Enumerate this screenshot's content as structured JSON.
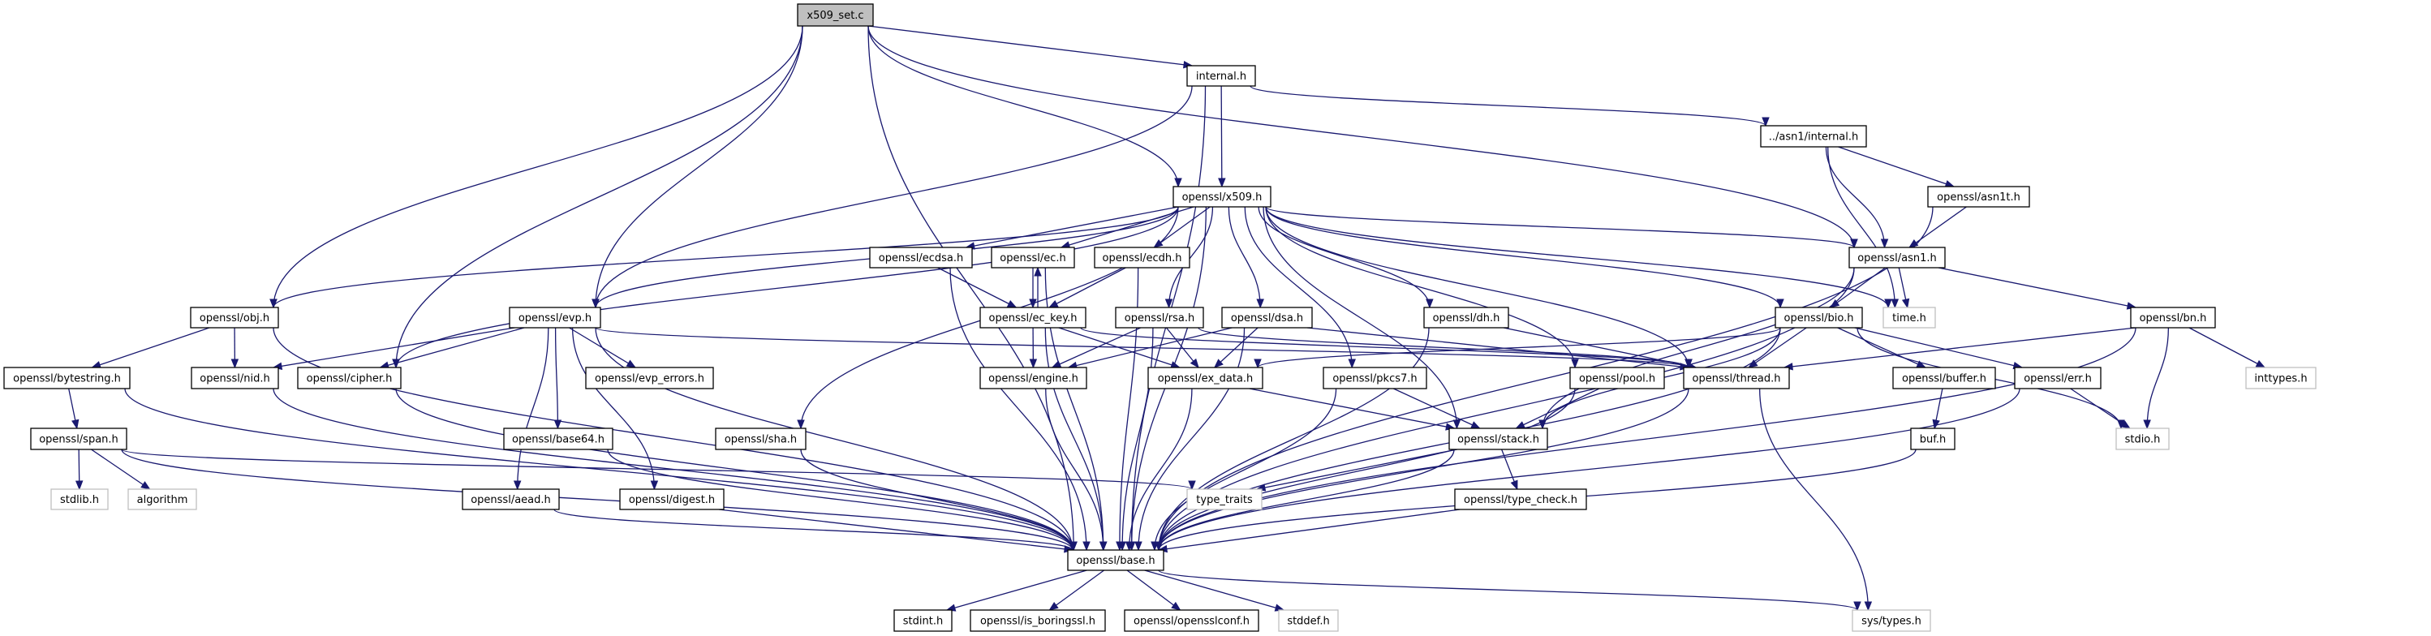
{
  "graph": {
    "title": "x509_set.c include dependency graph",
    "colors": {
      "edge": "#191970",
      "root_fill": "#bfbfbf",
      "node_border": "#000000",
      "external_border": "#bfbfbf"
    },
    "nodes": [
      {
        "id": "x509_set_c",
        "label": "x509_set.c",
        "kind": "root"
      },
      {
        "id": "internal_h",
        "label": "internal.h",
        "kind": "file"
      },
      {
        "id": "asn1_internal_h",
        "label": "../asn1/internal.h",
        "kind": "file"
      },
      {
        "id": "x509_h",
        "label": "openssl/x509.h",
        "kind": "file"
      },
      {
        "id": "asn1t_h",
        "label": "openssl/asn1t.h",
        "kind": "file"
      },
      {
        "id": "asn1_h",
        "label": "openssl/asn1.h",
        "kind": "file"
      },
      {
        "id": "ecdsa_h",
        "label": "openssl/ecdsa.h",
        "kind": "file"
      },
      {
        "id": "ec_h",
        "label": "openssl/ec.h",
        "kind": "file"
      },
      {
        "id": "ecdh_h",
        "label": "openssl/ecdh.h",
        "kind": "file"
      },
      {
        "id": "obj_h",
        "label": "openssl/obj.h",
        "kind": "file"
      },
      {
        "id": "evp_h",
        "label": "openssl/evp.h",
        "kind": "file"
      },
      {
        "id": "ec_key_h",
        "label": "openssl/ec_key.h",
        "kind": "file"
      },
      {
        "id": "rsa_h",
        "label": "openssl/rsa.h",
        "kind": "file"
      },
      {
        "id": "dsa_h",
        "label": "openssl/dsa.h",
        "kind": "file"
      },
      {
        "id": "dh_h",
        "label": "openssl/dh.h",
        "kind": "file"
      },
      {
        "id": "bio_h",
        "label": "openssl/bio.h",
        "kind": "file"
      },
      {
        "id": "time_h",
        "label": "time.h",
        "kind": "external"
      },
      {
        "id": "bn_h",
        "label": "openssl/bn.h",
        "kind": "file"
      },
      {
        "id": "bytestring_h",
        "label": "openssl/bytestring.h",
        "kind": "file"
      },
      {
        "id": "nid_h",
        "label": "openssl/nid.h",
        "kind": "file"
      },
      {
        "id": "cipher_h",
        "label": "openssl/cipher.h",
        "kind": "file"
      },
      {
        "id": "evp_errors_h",
        "label": "openssl/evp_errors.h",
        "kind": "file"
      },
      {
        "id": "engine_h",
        "label": "openssl/engine.h",
        "kind": "file"
      },
      {
        "id": "ex_data_h",
        "label": "openssl/ex_data.h",
        "kind": "file"
      },
      {
        "id": "pkcs7_h",
        "label": "openssl/pkcs7.h",
        "kind": "file"
      },
      {
        "id": "pool_h",
        "label": "openssl/pool.h",
        "kind": "file"
      },
      {
        "id": "thread_h",
        "label": "openssl/thread.h",
        "kind": "file"
      },
      {
        "id": "buffer_h",
        "label": "openssl/buffer.h",
        "kind": "file"
      },
      {
        "id": "err_h",
        "label": "openssl/err.h",
        "kind": "file"
      },
      {
        "id": "inttypes_h",
        "label": "inttypes.h",
        "kind": "external"
      },
      {
        "id": "span_h",
        "label": "openssl/span.h",
        "kind": "file"
      },
      {
        "id": "base64_h",
        "label": "openssl/base64.h",
        "kind": "file"
      },
      {
        "id": "sha_h",
        "label": "openssl/sha.h",
        "kind": "file"
      },
      {
        "id": "stack_h",
        "label": "openssl/stack.h",
        "kind": "file"
      },
      {
        "id": "buf_h",
        "label": "buf.h",
        "kind": "file"
      },
      {
        "id": "stdio_h",
        "label": "stdio.h",
        "kind": "external"
      },
      {
        "id": "stdlib_h",
        "label": "stdlib.h",
        "kind": "external"
      },
      {
        "id": "algorithm",
        "label": "algorithm",
        "kind": "external"
      },
      {
        "id": "aead_h",
        "label": "openssl/aead.h",
        "kind": "file"
      },
      {
        "id": "digest_h",
        "label": "openssl/digest.h",
        "kind": "file"
      },
      {
        "id": "type_traits",
        "label": "type_traits",
        "kind": "external"
      },
      {
        "id": "type_check_h",
        "label": "openssl/type_check.h",
        "kind": "file"
      },
      {
        "id": "base_h",
        "label": "openssl/base.h",
        "kind": "file"
      },
      {
        "id": "stdint_h",
        "label": "stdint.h",
        "kind": "file"
      },
      {
        "id": "is_boringssl_h",
        "label": "openssl/is_boringssl.h",
        "kind": "file"
      },
      {
        "id": "opensslconf_h",
        "label": "openssl/opensslconf.h",
        "kind": "file"
      },
      {
        "id": "stddef_h",
        "label": "stddef.h",
        "kind": "external"
      },
      {
        "id": "sys_types_h",
        "label": "sys/types.h",
        "kind": "external"
      }
    ],
    "edges": [
      [
        "x509_set_c",
        "obj_h"
      ],
      [
        "x509_set_c",
        "cipher_h"
      ],
      [
        "x509_set_c",
        "evp_h"
      ],
      [
        "x509_set_c",
        "internal_h"
      ],
      [
        "x509_set_c",
        "x509_h"
      ],
      [
        "x509_set_c",
        "asn1_h"
      ],
      [
        "x509_set_c",
        "base_h"
      ],
      [
        "internal_h",
        "evp_h"
      ],
      [
        "internal_h",
        "x509_h"
      ],
      [
        "internal_h",
        "asn1_internal_h"
      ],
      [
        "internal_h",
        "base_h"
      ],
      [
        "asn1_internal_h",
        "asn1_h"
      ],
      [
        "asn1_internal_h",
        "asn1t_h"
      ],
      [
        "asn1_internal_h",
        "time_h"
      ],
      [
        "asn1t_h",
        "asn1_h"
      ],
      [
        "asn1t_h",
        "base_h"
      ],
      [
        "x509_h",
        "obj_h"
      ],
      [
        "x509_h",
        "evp_h"
      ],
      [
        "x509_h",
        "cipher_h"
      ],
      [
        "x509_h",
        "ecdsa_h"
      ],
      [
        "x509_h",
        "ec_h"
      ],
      [
        "x509_h",
        "ecdh_h"
      ],
      [
        "x509_h",
        "rsa_h"
      ],
      [
        "x509_h",
        "dsa_h"
      ],
      [
        "x509_h",
        "dh_h"
      ],
      [
        "x509_h",
        "sha_h"
      ],
      [
        "x509_h",
        "pkcs7_h"
      ],
      [
        "x509_h",
        "pool_h"
      ],
      [
        "x509_h",
        "stack_h"
      ],
      [
        "x509_h",
        "thread_h"
      ],
      [
        "x509_h",
        "asn1_h"
      ],
      [
        "x509_h",
        "bio_h"
      ],
      [
        "x509_h",
        "time_h"
      ],
      [
        "x509_h",
        "base_h"
      ],
      [
        "asn1_h",
        "bio_h"
      ],
      [
        "asn1_h",
        "time_h"
      ],
      [
        "asn1_h",
        "bn_h"
      ],
      [
        "asn1_h",
        "stack_h"
      ],
      [
        "asn1_h",
        "base_h"
      ],
      [
        "bio_h",
        "ex_data_h"
      ],
      [
        "bio_h",
        "thread_h"
      ],
      [
        "bio_h",
        "buffer_h"
      ],
      [
        "bio_h",
        "err_h"
      ],
      [
        "bio_h",
        "stack_h"
      ],
      [
        "bio_h",
        "stdio_h"
      ],
      [
        "bio_h",
        "base_h"
      ],
      [
        "bn_h",
        "thread_h"
      ],
      [
        "bn_h",
        "inttypes_h"
      ],
      [
        "bn_h",
        "stdio_h"
      ],
      [
        "bn_h",
        "base_h"
      ],
      [
        "obj_h",
        "bytestring_h"
      ],
      [
        "obj_h",
        "nid_h"
      ],
      [
        "obj_h",
        "base_h"
      ],
      [
        "evp_h",
        "nid_h"
      ],
      [
        "evp_h",
        "cipher_h"
      ],
      [
        "evp_h",
        "evp_errors_h"
      ],
      [
        "evp_h",
        "base64_h"
      ],
      [
        "evp_h",
        "aead_h"
      ],
      [
        "evp_h",
        "digest_h"
      ],
      [
        "evp_h",
        "thread_h"
      ],
      [
        "evp_h",
        "base_h"
      ],
      [
        "bytestring_h",
        "span_h"
      ],
      [
        "bytestring_h",
        "base_h"
      ],
      [
        "span_h",
        "stdlib_h"
      ],
      [
        "span_h",
        "algorithm"
      ],
      [
        "span_h",
        "type_traits"
      ],
      [
        "span_h",
        "base_h"
      ],
      [
        "nid_h",
        "base_h"
      ],
      [
        "cipher_h",
        "base_h"
      ],
      [
        "base64_h",
        "base_h"
      ],
      [
        "aead_h",
        "base_h"
      ],
      [
        "digest_h",
        "base_h"
      ],
      [
        "sha_h",
        "base_h"
      ],
      [
        "ecdsa_h",
        "ec_key_h"
      ],
      [
        "ecdsa_h",
        "base_h"
      ],
      [
        "ec_h",
        "ec_key_h"
      ],
      [
        "ec_h",
        "base_h"
      ],
      [
        "ec_key_h",
        "ec_h"
      ],
      [
        "ec_key_h",
        "engine_h"
      ],
      [
        "ec_key_h",
        "ex_data_h"
      ],
      [
        "ec_key_h",
        "thread_h"
      ],
      [
        "ec_key_h",
        "base_h"
      ],
      [
        "ecdh_h",
        "ec_key_h"
      ],
      [
        "ecdh_h",
        "base_h"
      ],
      [
        "rsa_h",
        "engine_h"
      ],
      [
        "rsa_h",
        "ex_data_h"
      ],
      [
        "rsa_h",
        "thread_h"
      ],
      [
        "rsa_h",
        "base_h"
      ],
      [
        "dsa_h",
        "engine_h"
      ],
      [
        "dsa_h",
        "ex_data_h"
      ],
      [
        "dsa_h",
        "thread_h"
      ],
      [
        "dsa_h",
        "base_h"
      ],
      [
        "dh_h",
        "thread_h"
      ],
      [
        "dh_h",
        "base_h"
      ],
      [
        "engine_h",
        "base_h"
      ],
      [
        "ex_data_h",
        "stack_h"
      ],
      [
        "ex_data_h",
        "base_h"
      ],
      [
        "pkcs7_h",
        "stack_h"
      ],
      [
        "pkcs7_h",
        "base_h"
      ],
      [
        "pool_h",
        "stack_h"
      ],
      [
        "pool_h",
        "base_h"
      ],
      [
        "thread_h",
        "sys_types_h"
      ],
      [
        "thread_h",
        "base_h"
      ],
      [
        "stack_h",
        "type_traits"
      ],
      [
        "stack_h",
        "type_check_h"
      ],
      [
        "stack_h",
        "base_h"
      ],
      [
        "type_check_h",
        "base_h"
      ],
      [
        "buffer_h",
        "buf_h"
      ],
      [
        "buf_h",
        "base_h"
      ],
      [
        "err_h",
        "stdio_h"
      ],
      [
        "err_h",
        "base_h"
      ],
      [
        "base_h",
        "stdint_h"
      ],
      [
        "base_h",
        "is_boringssl_h"
      ],
      [
        "base_h",
        "opensslconf_h"
      ],
      [
        "base_h",
        "stddef_h"
      ],
      [
        "base_h",
        "sys_types_h"
      ]
    ]
  }
}
